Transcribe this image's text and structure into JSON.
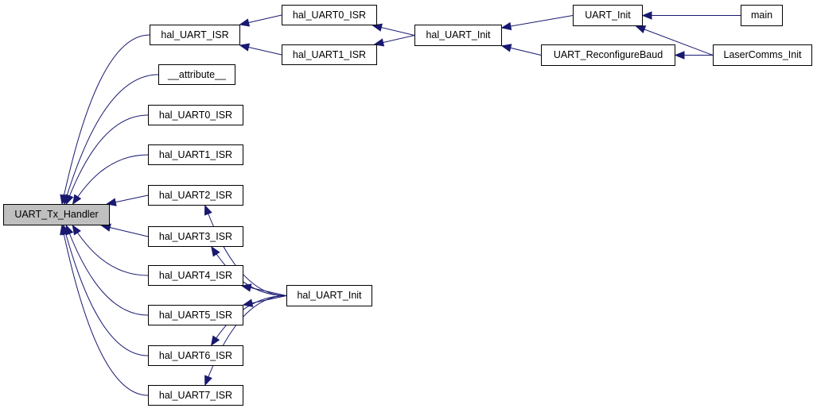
{
  "diagram": {
    "edge_color": "#191970",
    "current_fill": "#bfbfbf",
    "nodes": {
      "uart_tx_handler": "UART_Tx_Handler",
      "hal_uart_isr": "hal_UART_ISR",
      "attribute": "__attribute__",
      "hal_uart0_isr": "hal_UART0_ISR",
      "hal_uart1_isr": "hal_UART1_ISR",
      "hal_uart2_isr": "hal_UART2_ISR",
      "hal_uart3_isr": "hal_UART3_ISR",
      "hal_uart4_isr": "hal_UART4_ISR",
      "hal_uart5_isr": "hal_UART5_ISR",
      "hal_uart6_isr": "hal_UART6_ISR",
      "hal_uart7_isr": "hal_UART7_ISR",
      "hal_uart_init_lower": "hal_UART_Init",
      "hal_uart0_isr_top": "hal_UART0_ISR",
      "hal_uart1_isr_top": "hal_UART1_ISR",
      "hal_uart_init_top": "hal_UART_Init",
      "uart_init": "UART_Init",
      "uart_reconfigure_baud": "UART_ReconfigureBaud",
      "main": "main",
      "lasercomms_init": "LaserComms_Init"
    },
    "edges": [
      {
        "from": "hal_uart_isr",
        "to": "uart_tx_handler"
      },
      {
        "from": "attribute",
        "to": "uart_tx_handler"
      },
      {
        "from": "hal_uart0_isr",
        "to": "uart_tx_handler"
      },
      {
        "from": "hal_uart1_isr",
        "to": "uart_tx_handler"
      },
      {
        "from": "hal_uart2_isr",
        "to": "uart_tx_handler"
      },
      {
        "from": "hal_uart3_isr",
        "to": "uart_tx_handler"
      },
      {
        "from": "hal_uart4_isr",
        "to": "uart_tx_handler"
      },
      {
        "from": "hal_uart5_isr",
        "to": "uart_tx_handler"
      },
      {
        "from": "hal_uart6_isr",
        "to": "uart_tx_handler"
      },
      {
        "from": "hal_uart7_isr",
        "to": "uart_tx_handler"
      },
      {
        "from": "hal_uart0_isr_top",
        "to": "hal_uart_isr"
      },
      {
        "from": "hal_uart1_isr_top",
        "to": "hal_uart_isr"
      },
      {
        "from": "hal_uart_init_top",
        "to": "hal_uart0_isr_top"
      },
      {
        "from": "hal_uart_init_top",
        "to": "hal_uart1_isr_top"
      },
      {
        "from": "uart_init",
        "to": "hal_uart_init_top"
      },
      {
        "from": "uart_reconfigure_baud",
        "to": "hal_uart_init_top"
      },
      {
        "from": "main",
        "to": "uart_init"
      },
      {
        "from": "lasercomms_init",
        "to": "uart_init"
      },
      {
        "from": "lasercomms_init",
        "to": "uart_reconfigure_baud"
      },
      {
        "from": "hal_uart_init_lower",
        "to": "hal_uart2_isr"
      },
      {
        "from": "hal_uart_init_lower",
        "to": "hal_uart3_isr"
      },
      {
        "from": "hal_uart_init_lower",
        "to": "hal_uart4_isr"
      },
      {
        "from": "hal_uart_init_lower",
        "to": "hal_uart5_isr"
      },
      {
        "from": "hal_uart_init_lower",
        "to": "hal_uart6_isr"
      },
      {
        "from": "hal_uart_init_lower",
        "to": "hal_uart7_isr"
      }
    ]
  }
}
